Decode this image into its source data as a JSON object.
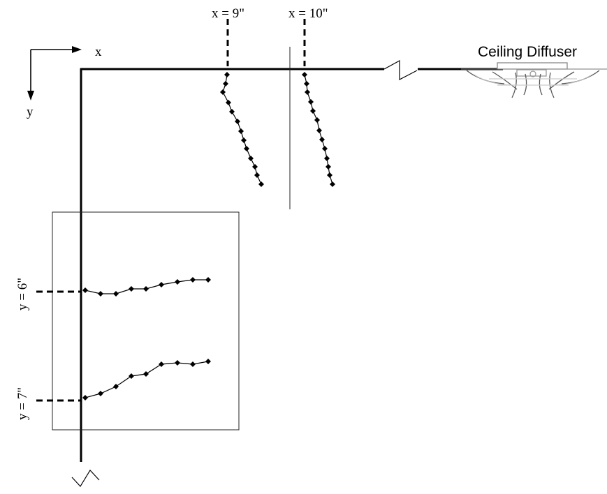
{
  "labels": {
    "axis_x": "x",
    "axis_y": "y",
    "probe_x9": "x = 9\"",
    "probe_x10": "x = 10\"",
    "probe_y6": "y = 6\"",
    "probe_y7": "y = 7\"",
    "diffuser": "Ceiling Diffuser"
  },
  "colors": {
    "line": "#000000",
    "thin": "#222222",
    "diffuser": "#555555"
  }
}
